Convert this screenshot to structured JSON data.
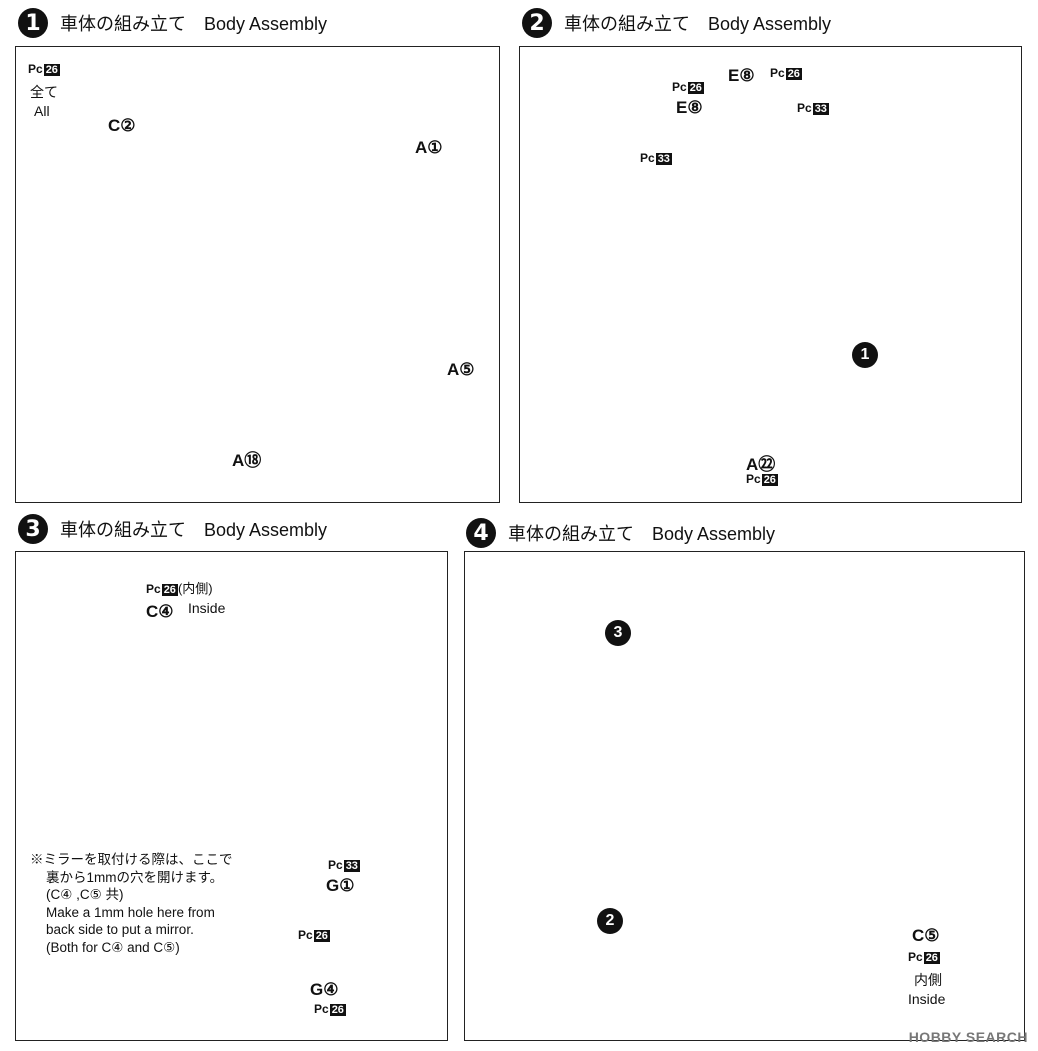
{
  "steps": [
    {
      "num": "1",
      "title": "車体の組み立て　Body Assembly"
    },
    {
      "num": "2",
      "title": "車体の組み立て　Body Assembly"
    },
    {
      "num": "3",
      "title": "車体の組み立て　Body Assembly"
    },
    {
      "num": "4",
      "title": "車体の組み立て　Body Assembly"
    }
  ],
  "paint_prefix": "Pc",
  "step1": {
    "paint_code": "26",
    "paint_all_jp": "全て",
    "paint_all_en": "All",
    "parts": {
      "c2": "C②",
      "a1": "A①",
      "a5": "A⑤",
      "a18": "A⑱"
    }
  },
  "step2": {
    "parts": {
      "e8_left": "E⑧",
      "e8_right": "E⑧",
      "a22": "A㉒",
      "ref1": "1"
    },
    "paint": {
      "left_top": "26",
      "left_side": "33",
      "right_top": "26",
      "right_side": "33",
      "a22": "26"
    }
  },
  "step3": {
    "paint_inner": "26",
    "inner_jp": "(内側)",
    "part_c4": "C④",
    "inside_en": "Inside",
    "note_jp_1": "※ミラーを取付ける際は、ここで",
    "note_jp_2": "裏から1mmの穴を開けます。",
    "note_jp_3": "(C④ ,C⑤ 共)",
    "note_en_1": "Make a 1mm hole here from",
    "note_en_2": "back side to put a mirror.",
    "note_en_3": "(Both for C④ and C⑤)",
    "inset": {
      "paint_top": "33",
      "part_g1": "G①",
      "paint_mid": "26",
      "part_g4": "G④",
      "paint_bottom": "26"
    }
  },
  "step4": {
    "ref3": "3",
    "ref2": "2",
    "part_c5": "C⑤",
    "paint_c5": "26",
    "inner_jp": "内側",
    "inside_en": "Inside"
  },
  "watermark": "HOBBY SEARCH"
}
